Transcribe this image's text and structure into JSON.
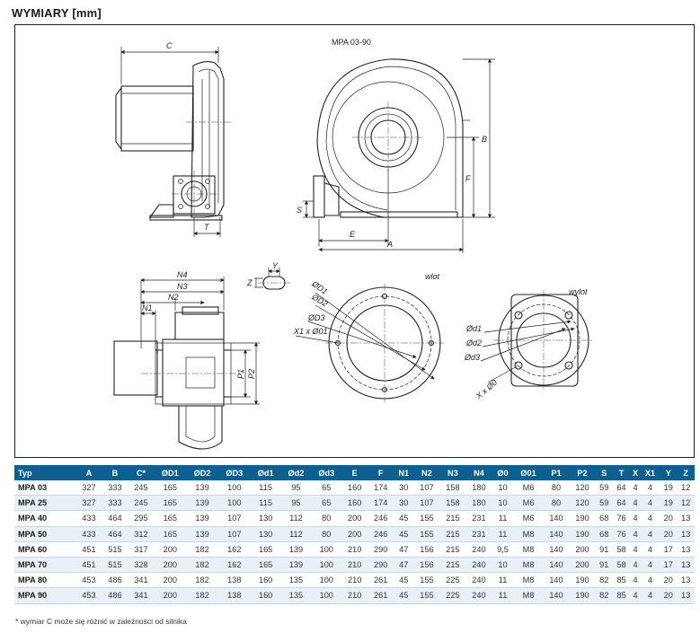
{
  "heading": "WYMIARY [mm]",
  "diagram": {
    "model_label": "MPA 03-90",
    "inlet_label": "wlot",
    "outlet_label": "wylot",
    "dim_labels": {
      "C": "C",
      "T": "T",
      "E": "E",
      "A": "A",
      "B": "B",
      "F": "F",
      "S": "S",
      "N1": "N1",
      "N2": "N2",
      "N3": "N3",
      "N4": "N4",
      "P1": "P1",
      "P2": "P2",
      "Y": "Y",
      "Z": "Z",
      "OD1": "ØD1",
      "OD2": "ØD2",
      "OD3": "ØD3",
      "X1xO01": "X1 x Ø01",
      "Od1": "Ød1",
      "Od2": "Ød2",
      "Od3": "Ød3",
      "XxO0": "X x Ø0"
    }
  },
  "table": {
    "headers": [
      "Typ",
      "A",
      "B",
      "C*",
      "ØD1",
      "ØD2",
      "ØD3",
      "Ød1",
      "Ød2",
      "Ød3",
      "E",
      "F",
      "N1",
      "N2",
      "N3",
      "N4",
      "Ø0",
      "Ø01",
      "P1",
      "P2",
      "S",
      "T",
      "X",
      "X1",
      "Y",
      "Z"
    ],
    "rows": [
      [
        "MPA 03",
        "327",
        "333",
        "245",
        "165",
        "139",
        "100",
        "115",
        "95",
        "65",
        "160",
        "174",
        "30",
        "107",
        "158",
        "180",
        "10",
        "M6",
        "80",
        "120",
        "59",
        "64",
        "4",
        "4",
        "19",
        "12"
      ],
      [
        "MPA 25",
        "327",
        "333",
        "245",
        "165",
        "139",
        "100",
        "115",
        "95",
        "65",
        "160",
        "174",
        "30",
        "107",
        "158",
        "180",
        "10",
        "M6",
        "80",
        "120",
        "59",
        "64",
        "4",
        "4",
        "19",
        "12"
      ],
      [
        "MPA 40",
        "433",
        "464",
        "295",
        "165",
        "139",
        "107",
        "130",
        "112",
        "80",
        "200",
        "246",
        "45",
        "155",
        "215",
        "231",
        "11",
        "M6",
        "140",
        "190",
        "68",
        "76",
        "4",
        "4",
        "20",
        "13"
      ],
      [
        "MPA 50",
        "433",
        "464",
        "312",
        "165",
        "139",
        "107",
        "130",
        "112",
        "80",
        "200",
        "246",
        "45",
        "155",
        "215",
        "231",
        "11",
        "M8",
        "140",
        "190",
        "68",
        "76",
        "4",
        "4",
        "20",
        "13"
      ],
      [
        "MPA 60",
        "451",
        "515",
        "317",
        "200",
        "182",
        "162",
        "165",
        "139",
        "100",
        "210",
        "290",
        "47",
        "156",
        "215",
        "240",
        "9,5",
        "M8",
        "140",
        "200",
        "91",
        "58",
        "4",
        "4",
        "17",
        "13"
      ],
      [
        "MPA 70",
        "451",
        "515",
        "328",
        "200",
        "182",
        "162",
        "165",
        "139",
        "100",
        "210",
        "290",
        "47",
        "156",
        "215",
        "240",
        "10",
        "M8",
        "140",
        "200",
        "91",
        "58",
        "4",
        "4",
        "17",
        "13"
      ],
      [
        "MPA 80",
        "453",
        "486",
        "341",
        "200",
        "182",
        "138",
        "160",
        "135",
        "100",
        "210",
        "261",
        "45",
        "155",
        "225",
        "240",
        "11",
        "M8",
        "140",
        "190",
        "82",
        "85",
        "4",
        "4",
        "20",
        "13"
      ],
      [
        "MPA 90",
        "453",
        "486",
        "341",
        "200",
        "182",
        "138",
        "160",
        "135",
        "100",
        "210",
        "261",
        "45",
        "155",
        "225",
        "240",
        "11",
        "M8",
        "140",
        "190",
        "82",
        "85",
        "4",
        "4",
        "20",
        "13"
      ]
    ]
  },
  "footnote": "* wymiar C może się różnić w zależności od silnika"
}
